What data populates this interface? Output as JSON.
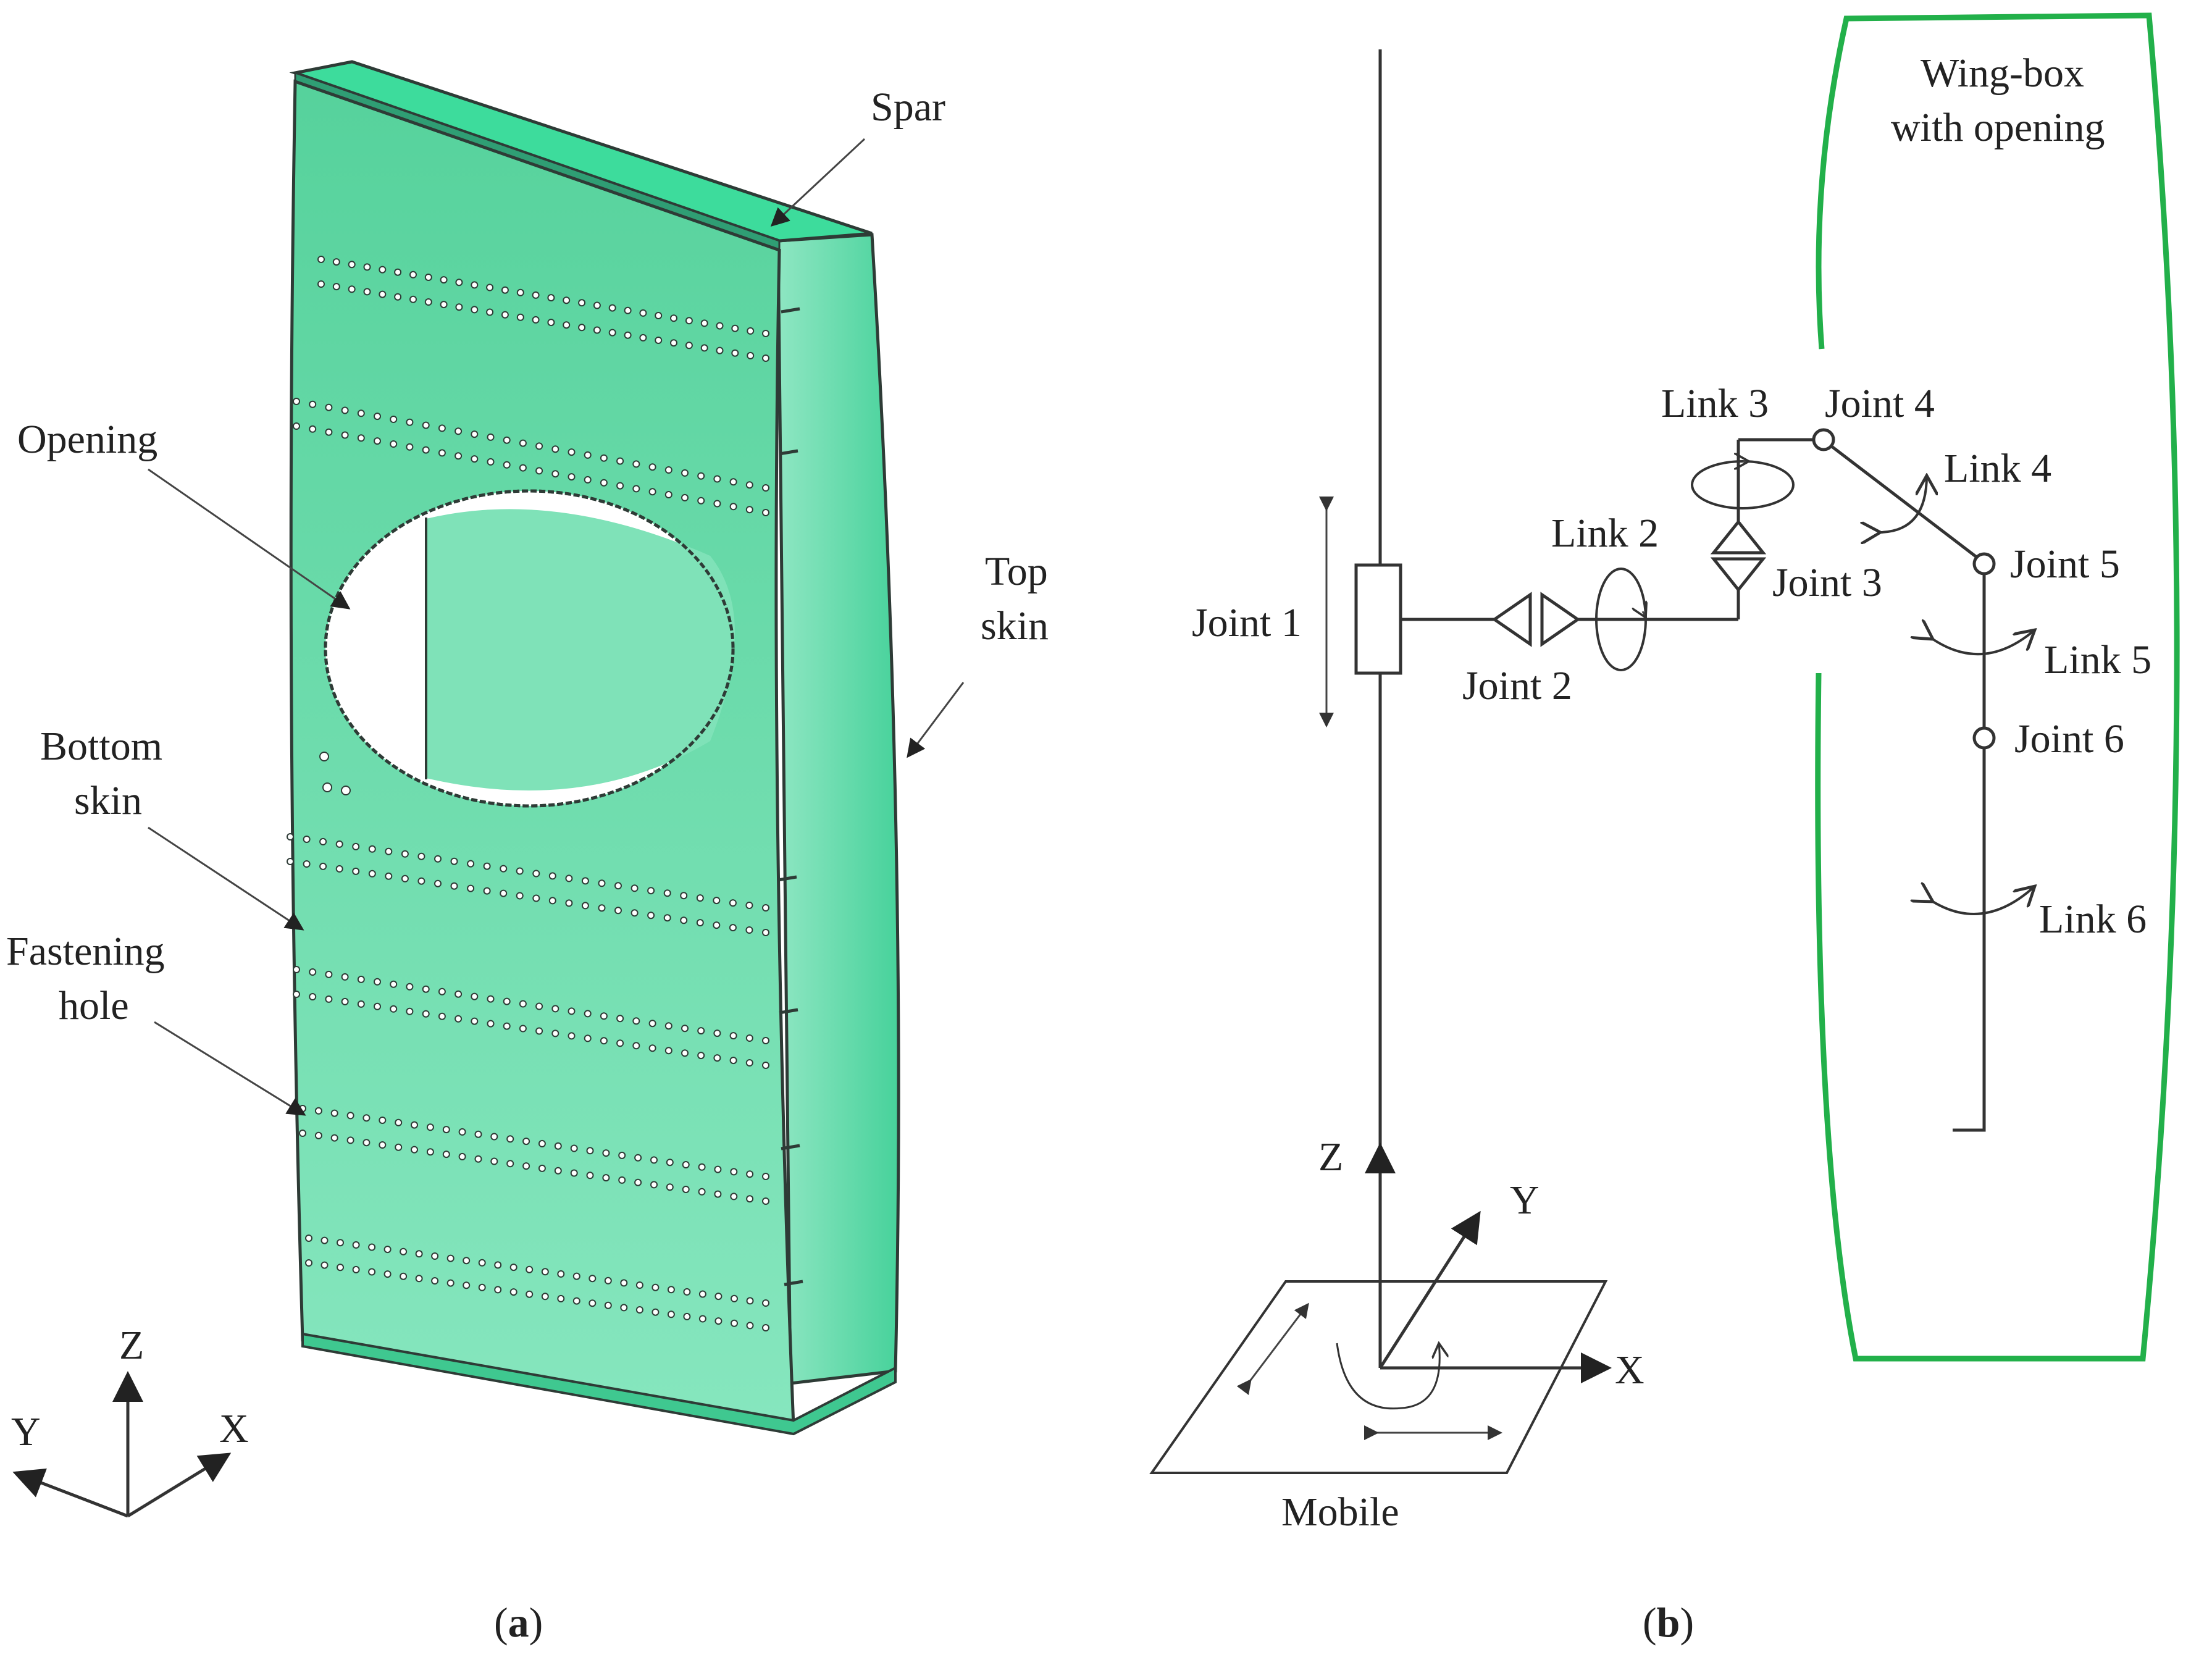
{
  "panel_a": {
    "labels": {
      "spar": "Spar",
      "opening": "Opening",
      "top_skin_1": "Top",
      "top_skin_2": "skin",
      "bottom_skin_1": "Bottom",
      "bottom_skin_2": "skin",
      "fastening_1": "Fastening",
      "fastening_2": "hole"
    },
    "axes": {
      "z": "Z",
      "y": "Y",
      "x": "X"
    },
    "caption_letter": "a",
    "colors": {
      "wing_face": "#6fe0b0",
      "wing_top": "#3ddc9c",
      "wing_side": "#5fd7a6",
      "outline": "#2e3b36"
    }
  },
  "panel_b": {
    "labels": {
      "wingbox_1": "Wing-box",
      "wingbox_2": "with opening",
      "joint1": "Joint 1",
      "joint2": "Joint 2",
      "joint3": "Joint 3",
      "joint4": "Joint 4",
      "joint5": "Joint 5",
      "joint6": "Joint 6",
      "link2": "Link 2",
      "link3": "Link 3",
      "link4": "Link 4",
      "link5": "Link 5",
      "link6": "Link 6",
      "mobile": "Mobile"
    },
    "axes": {
      "z": "Z",
      "y": "Y",
      "x": "X"
    },
    "caption_letter": "b",
    "colors": {
      "wingbox_outline": "#22b04a"
    }
  }
}
